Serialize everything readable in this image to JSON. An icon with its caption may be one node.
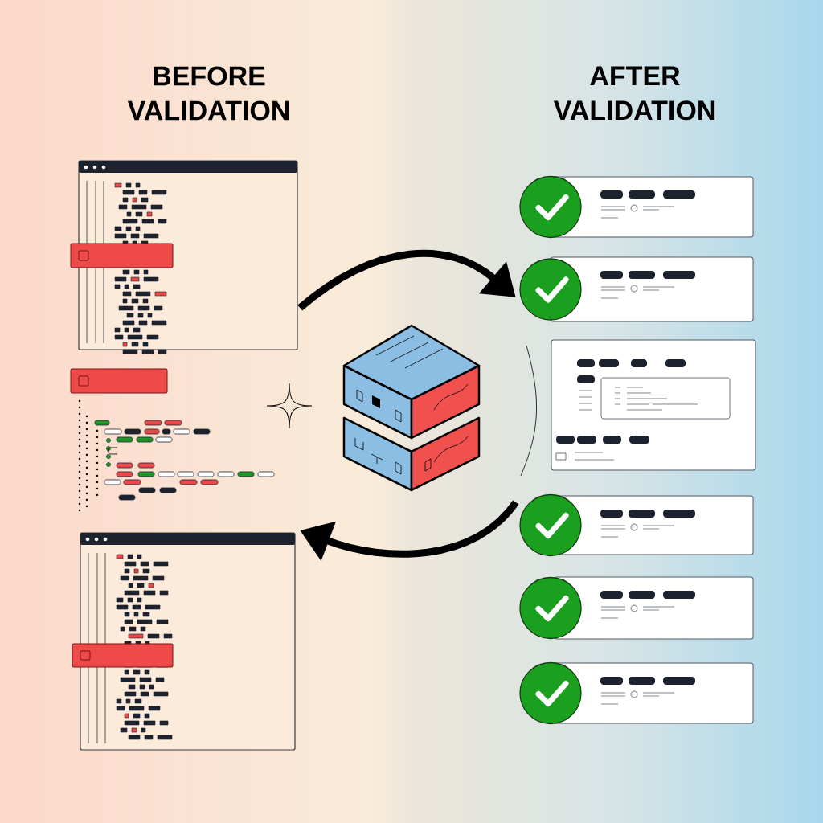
{
  "diagram": {
    "nodes": [
      {
        "text": [],
        "shape": "picture"
      },
      {
        "text": [],
        "shape": "picture"
      },
      {
        "text": [],
        "shape": "picture"
      }
    ],
    "edges": [
      {
        "from": 0,
        "to": 2,
        "arrow": "to"
      },
      {
        "from": 2,
        "to": 0,
        "arrow": "to"
      }
    ],
    "labels": [
      "BEFORE VALIDATION",
      "AFTER VALIDATION"
    ]
  }
}
